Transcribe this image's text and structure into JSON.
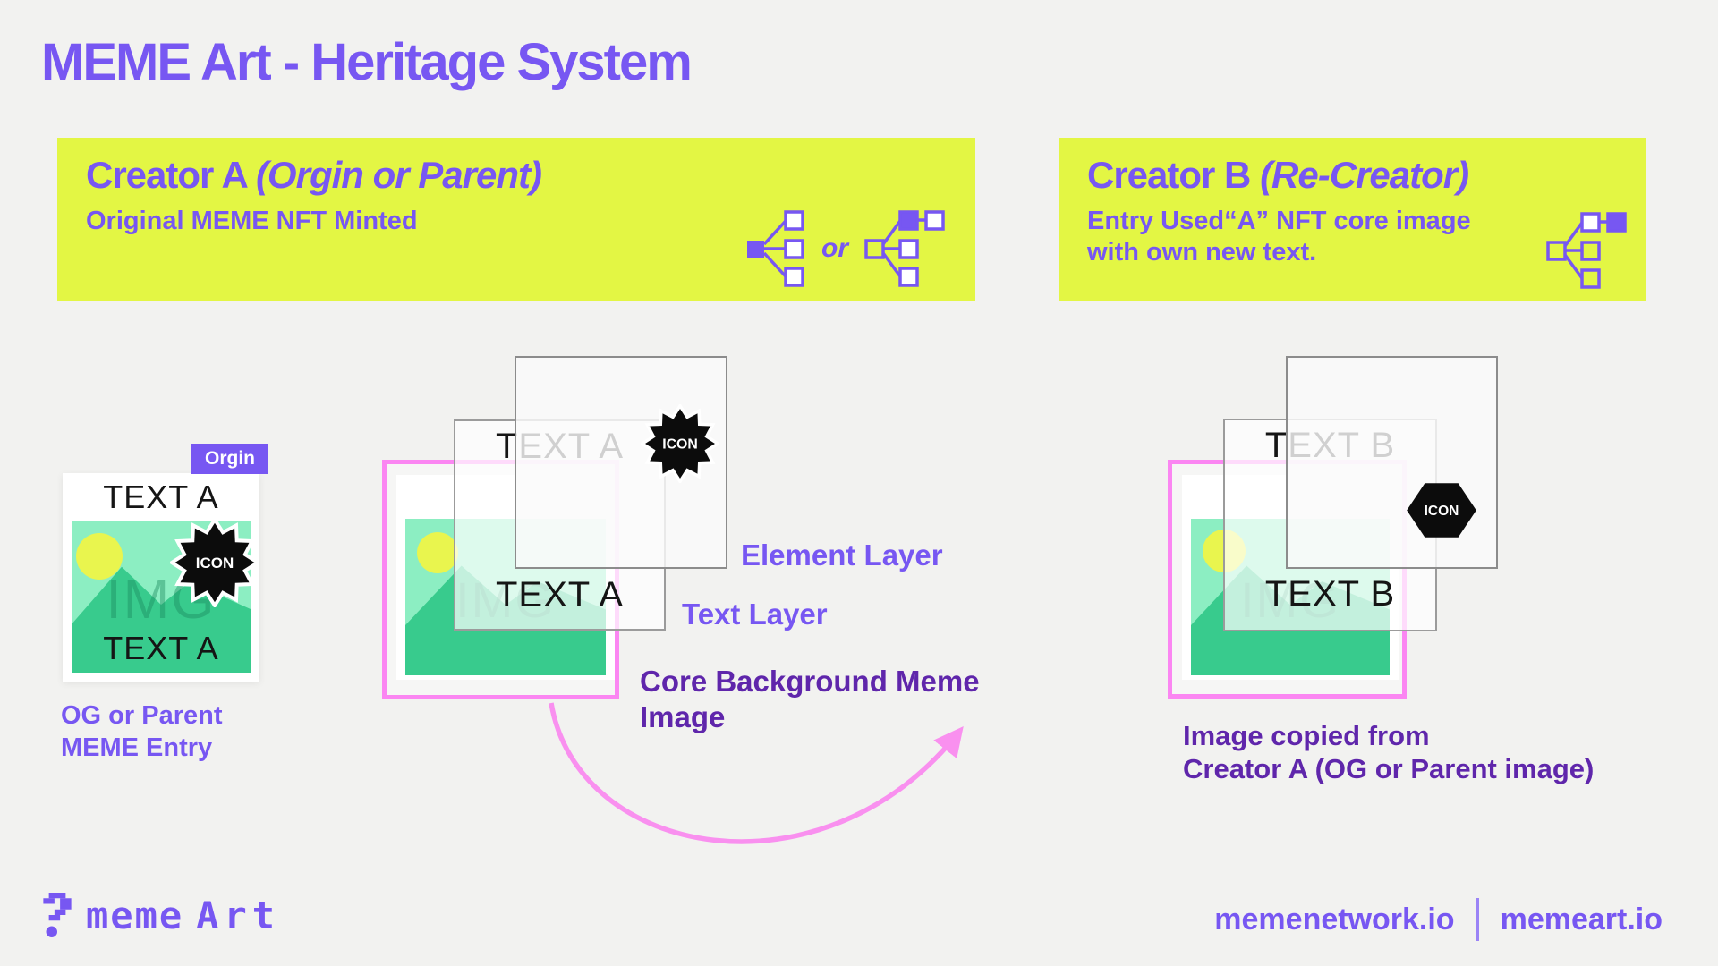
{
  "page": {
    "title": "MEME Art - Heritage System"
  },
  "banner_a": {
    "title": "Creator A ",
    "subtitle_italic": "(Orgin or Parent)",
    "description": "Original MEME NFT Minted",
    "or_label": "or"
  },
  "banner_b": {
    "title": "Creator B ",
    "subtitle_italic": "(Re-Creator)",
    "description_line1": "Entry Used“A” NFT core image",
    "description_line2": "with own new text."
  },
  "origin_card": {
    "badge": "Orgin",
    "top_text": "TEXT A",
    "bottom_text": "TEXT A",
    "watermark": "IMG",
    "icon_label": "ICON",
    "caption_line1": "OG or Parent",
    "caption_line2": "MEME Entry"
  },
  "layers_a": {
    "top_text": "TEXT A",
    "bottom_text": "TEXT A",
    "watermark": "IMG",
    "icon_label": "ICON",
    "element_label": "Element Layer",
    "text_label": "Text Layer",
    "core_label_line1": "Core Background Meme",
    "core_label_line2": "Image"
  },
  "layers_b": {
    "top_text": "TEXT B",
    "bottom_text": "TEXT B",
    "watermark": "IMG",
    "icon_label": "ICON",
    "caption_line1": "Image copied from",
    "caption_line2": "Creator A (OG or Parent image)"
  },
  "footer": {
    "logo_mark": "?",
    "logo_meme": "meme",
    "logo_art": "Art",
    "link_left": "memenetwork.io",
    "link_right": "memeart.io"
  },
  "colors": {
    "background": "#f2f2f0",
    "banner_yellow": "#e3f644",
    "purple_primary": "#7757f2",
    "purple_dark": "#5f26ab",
    "pink_accent": "#fb86f2",
    "green_light": "#8ceec2",
    "green_dark": "#38cb8d",
    "sun_yellow": "#e9f54e",
    "icon_black": "#0c0c0c"
  }
}
